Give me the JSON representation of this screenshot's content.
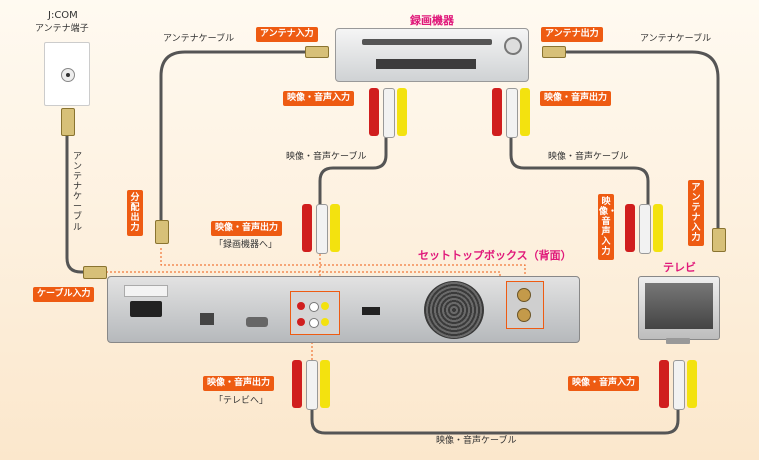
{
  "labels": {
    "jcom_line1": "J:COM",
    "jcom_line2": "アンテナ端子",
    "recorder_title": "録画機器",
    "tv_title": "テレビ",
    "stb_title": "セットトップボックス（背面）",
    "antenna_in": "アンテナ入力",
    "antenna_out": "アンテナ出力",
    "antenna_cable_left": "アンテナケーブル",
    "antenna_cable_right": "アンテナケーブル",
    "av_in_recorder": "映像・音声入力",
    "av_out_recorder": "映像・音声出力",
    "av_cable_top_left": "映像・音声ケーブル",
    "av_cable_top_right": "映像・音声ケーブル",
    "av_cable_bottom": "映像・音声ケーブル",
    "antenna_cable_vertical": "アンテナケーブル",
    "split_out": "分配出力",
    "stb_av_out_upper": "映像・音声出力",
    "to_recorder": "「録画機器へ」",
    "cable_in": "ケーブル入力",
    "tv_av_in_vertical": "映像・音声入力",
    "tv_antenna_in_vertical": "アンテナ入力",
    "stb_av_out_lower": "映像・音声出力",
    "to_tv": "「テレビへ」",
    "tv_av_in_lower": "映像・音声入力"
  }
}
